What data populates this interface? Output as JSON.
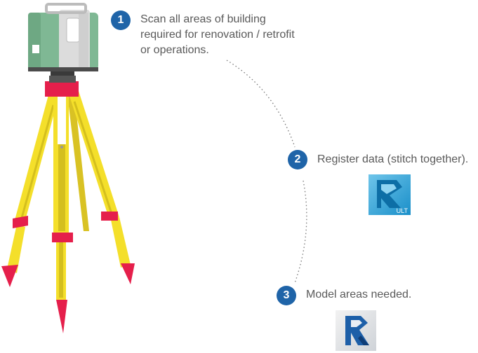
{
  "steps": [
    {
      "number": "1",
      "text": "Scan all areas of building\nrequired for renovation / retrofit\nor operations."
    },
    {
      "number": "2",
      "text": "Register data (stitch together)."
    },
    {
      "number": "3",
      "text": "Model areas needed."
    }
  ],
  "icons": {
    "recap_badge": "ULT",
    "recap_icon": "recap-ultimate-icon",
    "revit_icon": "revit-icon"
  },
  "colors": {
    "step_badge": "#1f64a8",
    "tripod_yellow": "#f4df2a",
    "tripod_red": "#e51f4b",
    "scanner_green": "#7fb894"
  }
}
